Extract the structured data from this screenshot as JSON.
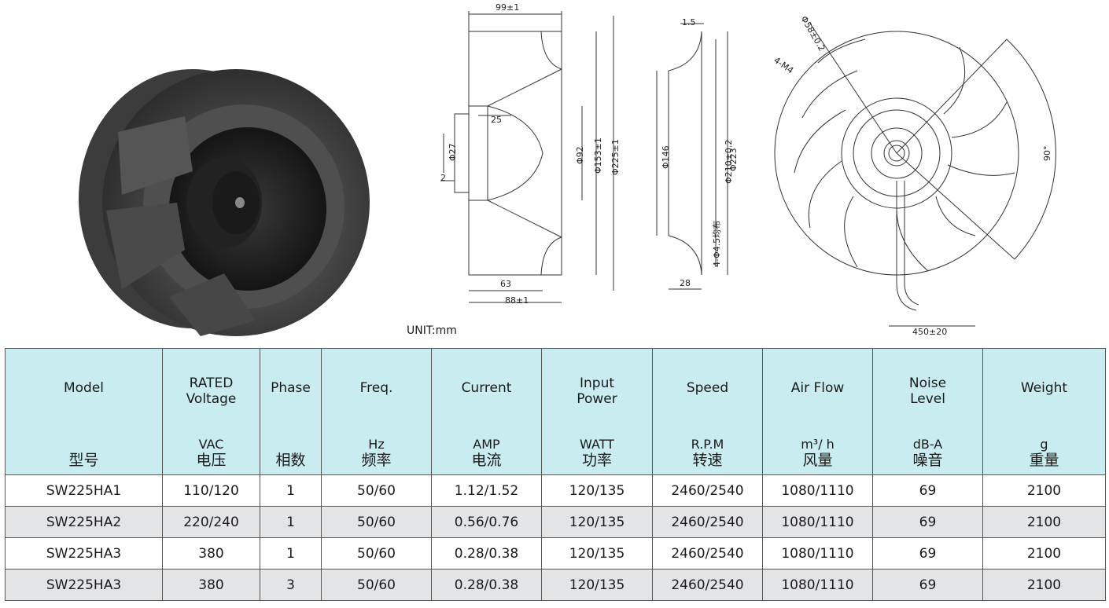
{
  "drawing": {
    "side_view": {
      "width_top": "99±1",
      "shaft_len": "25",
      "hub_dia": "Φ27",
      "shaft_step": "2",
      "motor_dia": "Φ92",
      "mount_dia": "Φ153±1",
      "outer_dia": "Φ225±1",
      "depth_inner": "63",
      "depth_total": "88±1"
    },
    "ring_view": {
      "lip": "1.5",
      "inner_dia": "Φ146",
      "bolt_circle": "Φ210±0.2",
      "outer_dia": "Φ223",
      "holes": "4-Φ4.5均布",
      "depth": "28"
    },
    "front_view": {
      "pcd": "Φ58±0.2",
      "thread": "4-M4",
      "angle": "90°",
      "lead_len": "450±20"
    },
    "unit": "UNIT:mm"
  },
  "table": {
    "headers": [
      {
        "top": [
          "Model"
        ],
        "unit": "",
        "cn": "型号"
      },
      {
        "top": [
          "RATED",
          "Voltage"
        ],
        "unit": "VAC",
        "cn": "电压"
      },
      {
        "top": [
          "Phase"
        ],
        "unit": "",
        "cn": "相数"
      },
      {
        "top": [
          "Freq."
        ],
        "unit": "Hz",
        "cn": "频率"
      },
      {
        "top": [
          "Current"
        ],
        "unit": "AMP",
        "cn": "电流"
      },
      {
        "top": [
          "Input",
          "Power"
        ],
        "unit": "WATT",
        "cn": "功率"
      },
      {
        "top": [
          "Speed"
        ],
        "unit": "R.P.M",
        "cn": "转速"
      },
      {
        "top": [
          "Air Flow"
        ],
        "unit": "m³/ h",
        "cn": "风量"
      },
      {
        "top": [
          "Noise",
          "Level"
        ],
        "unit": "dB-A",
        "cn": "噪音"
      },
      {
        "top": [
          "Weight"
        ],
        "unit": "g",
        "cn": "重量"
      }
    ],
    "rows": [
      [
        "SW225HA1",
        "110/120",
        "1",
        "50/60",
        "1.12/1.52",
        "120/135",
        "2460/2540",
        "1080/1110",
        "69",
        "2100"
      ],
      [
        "SW225HA2",
        "220/240",
        "1",
        "50/60",
        "0.56/0.76",
        "120/135",
        "2460/2540",
        "1080/1110",
        "69",
        "2100"
      ],
      [
        "SW225HA3",
        "380",
        "1",
        "50/60",
        "0.28/0.38",
        "120/135",
        "2460/2540",
        "1080/1110",
        "69",
        "2100"
      ],
      [
        "SW225HA3",
        "380",
        "3",
        "50/60",
        "0.28/0.38",
        "120/135",
        "2460/2540",
        "1080/1110",
        "69",
        "2100"
      ]
    ]
  }
}
